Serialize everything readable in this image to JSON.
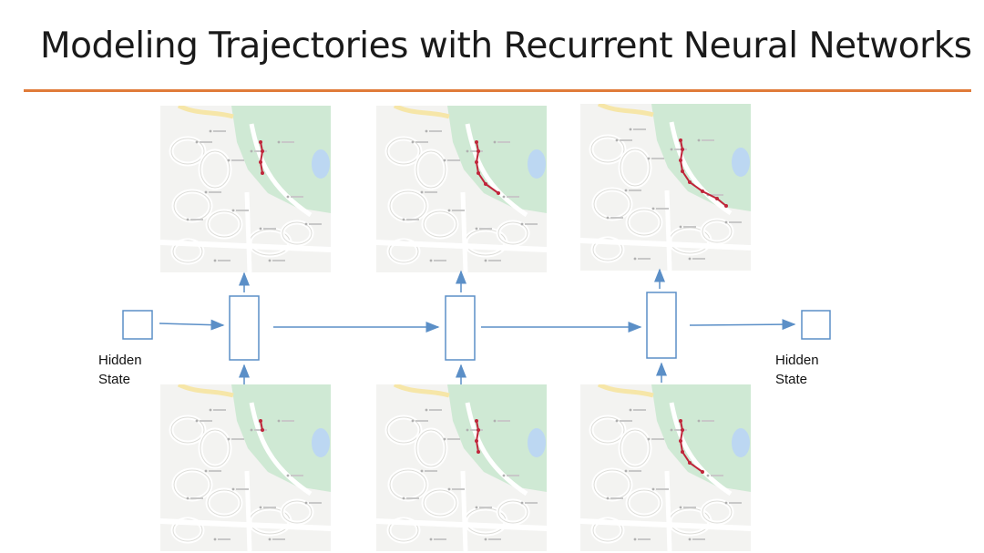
{
  "slide": {
    "title": "Modeling Trajectories with Recurrent Neural Networks",
    "accent_color": "#e07b39",
    "arrow_color": "#5b8fc7"
  },
  "diagram": {
    "input_hidden_state_label": [
      "Hidden",
      "State"
    ],
    "output_hidden_state_label": [
      "Hidden",
      "State"
    ],
    "rnn_cells": 3,
    "input_maps": 3,
    "output_maps": 3,
    "map_style": {
      "background": "#f3f3f1",
      "park_color": "#cfe9d4",
      "water_color": "#bcd7f2",
      "trajectory_color": "#c0253a"
    }
  }
}
